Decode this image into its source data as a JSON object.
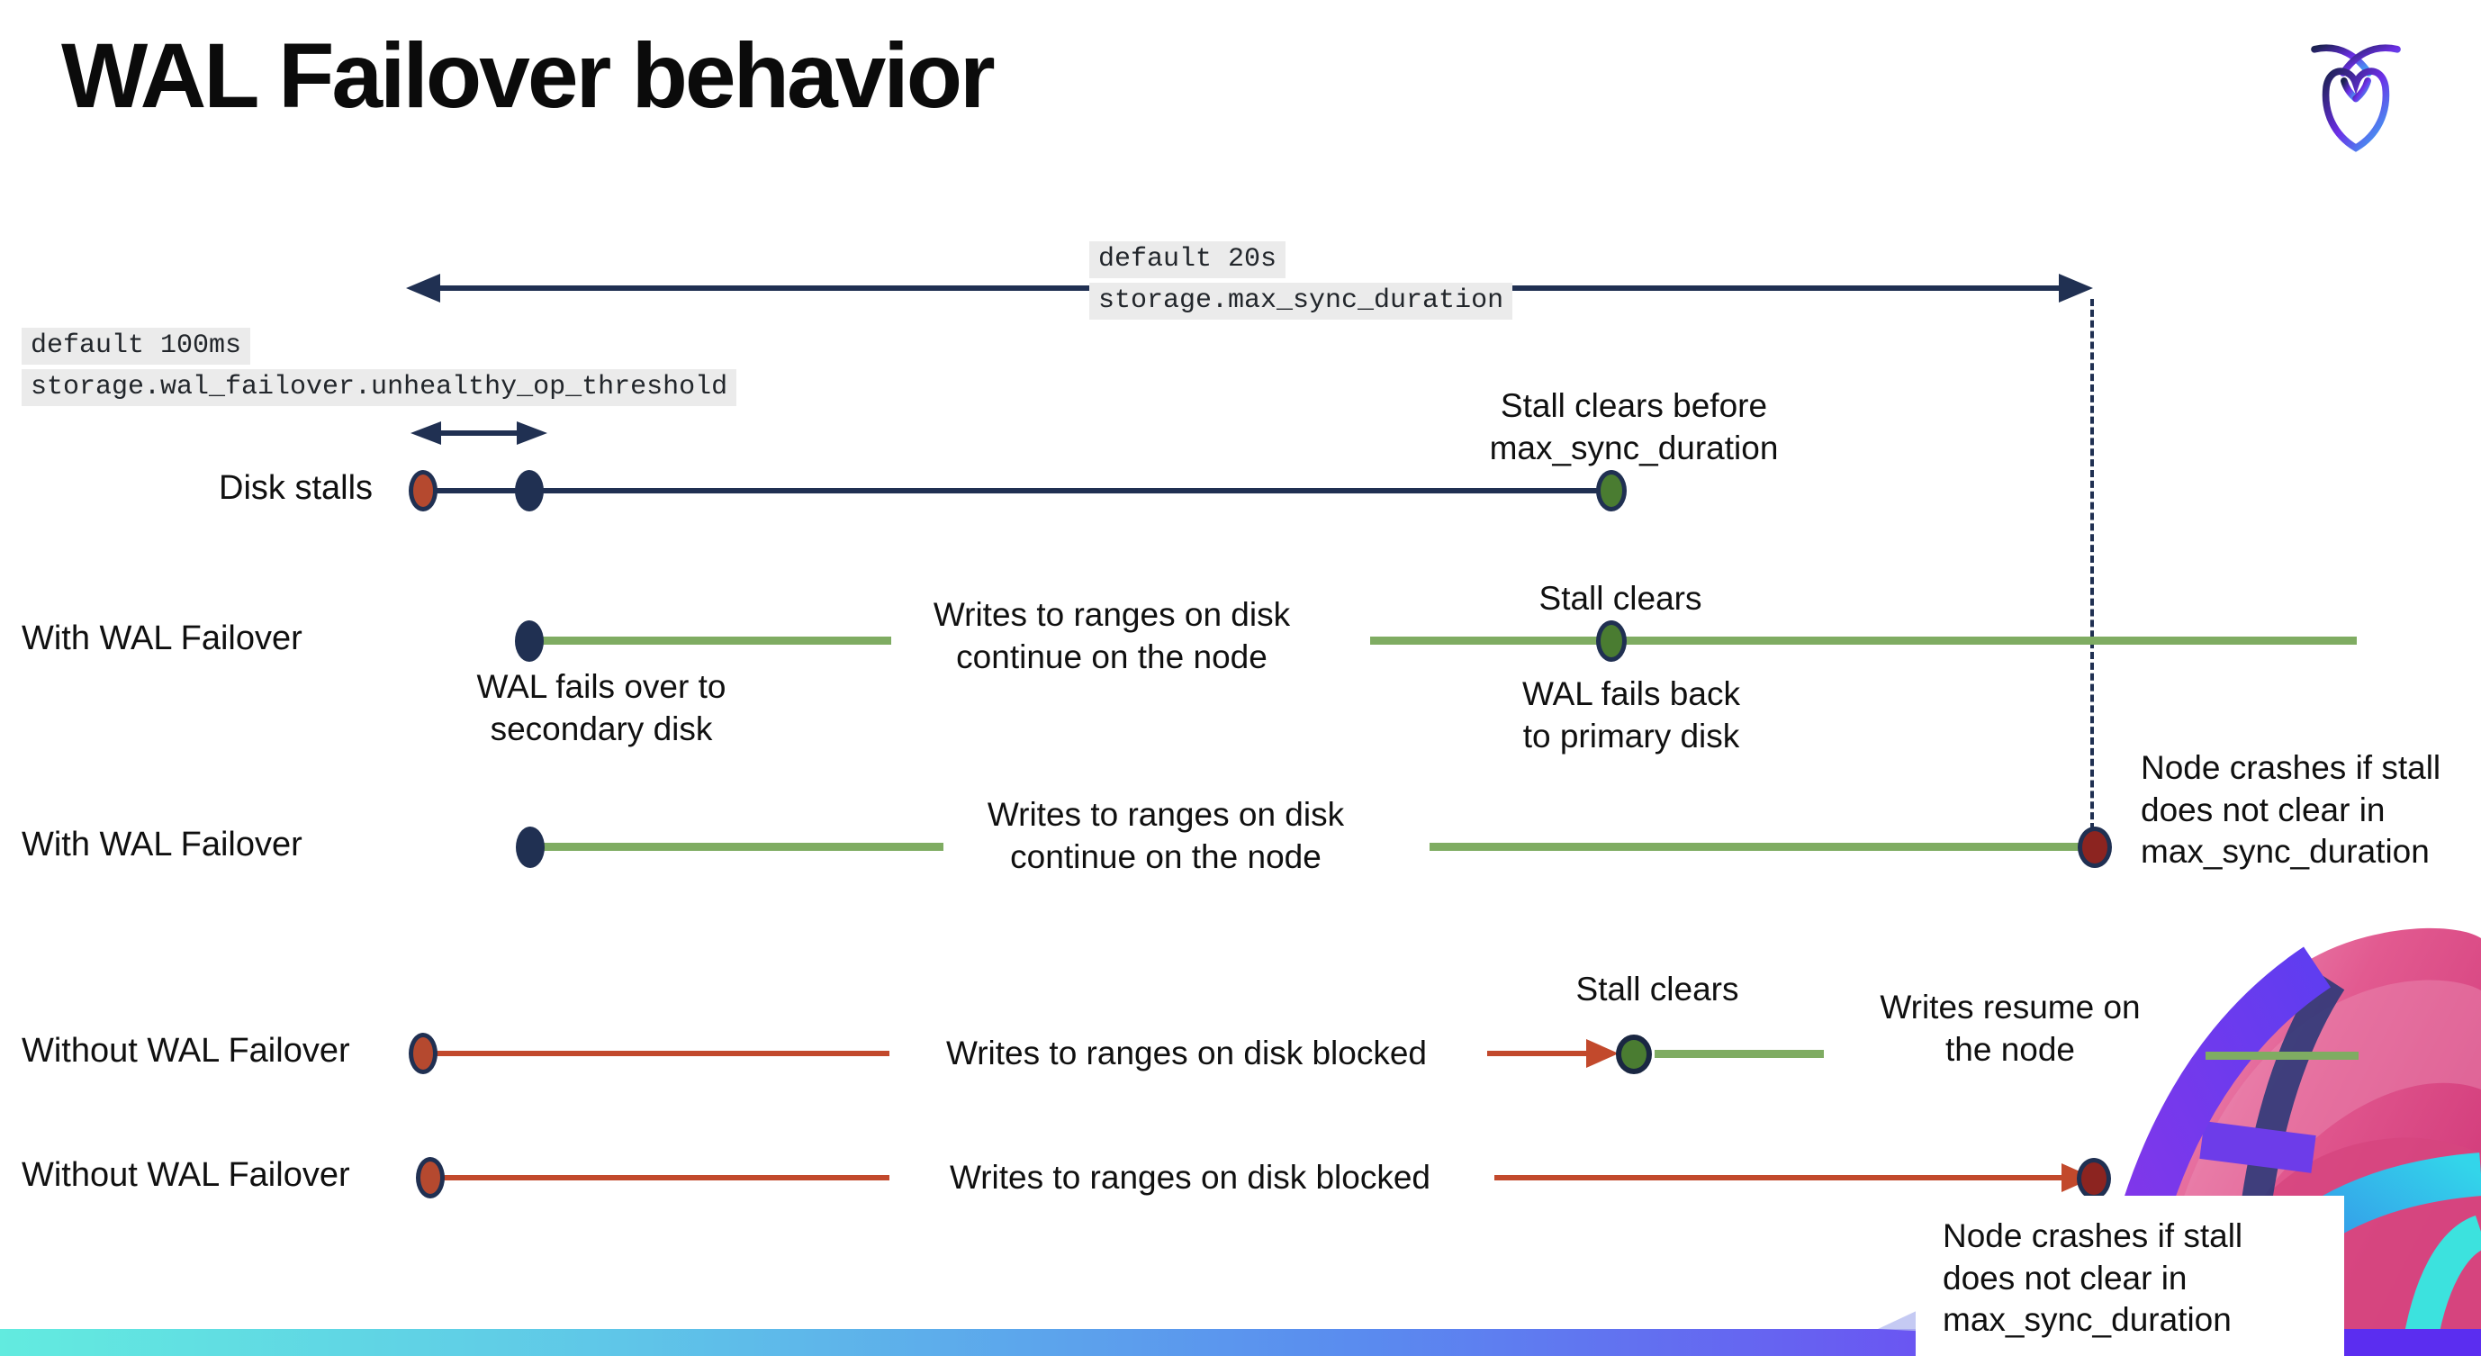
{
  "header": {
    "title": "WAL Failover behavior",
    "logo_name": "cockroachdb-logo"
  },
  "settings_callouts": {
    "max_sync_duration": {
      "default_label": "default 20s",
      "setting_name": "storage.max_sync_duration"
    },
    "unhealthy_op_threshold": {
      "default_label": "default 100ms",
      "setting_name": "storage.wal_failover.unhealthy_op_threshold"
    }
  },
  "rows": [
    {
      "label": "Disk stalls",
      "stall_clears_note": "Stall clears before\nmax_sync_duration"
    },
    {
      "label": "With WAL Failover",
      "failover_note": "WAL fails over to\nsecondary disk",
      "writes_note": "Writes to ranges on disk\ncontinue on the node",
      "stall_clears_note": "Stall clears",
      "failback_note": "WAL fails  back\nto primary disk"
    },
    {
      "label": "With WAL Failover",
      "writes_note": "Writes to ranges on disk\ncontinue on the node",
      "crash_note": "Node crashes if stall\ndoes not clear in\nmax_sync_duration"
    },
    {
      "label": "Without WAL Failover",
      "writes_note": "Writes to ranges on disk  blocked",
      "stall_clears_note": "Stall clears",
      "resume_note": "Writes resume on\nthe node"
    },
    {
      "label": "Without WAL Failover",
      "writes_note": "Writes to ranges on disk  blocked",
      "crash_note": "Node crashes if stall\ndoes not clear in\nmax_sync_duration"
    }
  ],
  "colors": {
    "navy": "#203052",
    "timeline_green": "#7fac62",
    "event_dot_green": "#4a7c31",
    "stall_line_red": "#c2492c",
    "stall_dot_red": "#b5492f",
    "crash_dot_dark_red": "#8c2420",
    "code_label_bg": "#ebebeb",
    "footer_gradient_start": "#62ebdf",
    "footer_gradient_end": "#5b2df0"
  }
}
